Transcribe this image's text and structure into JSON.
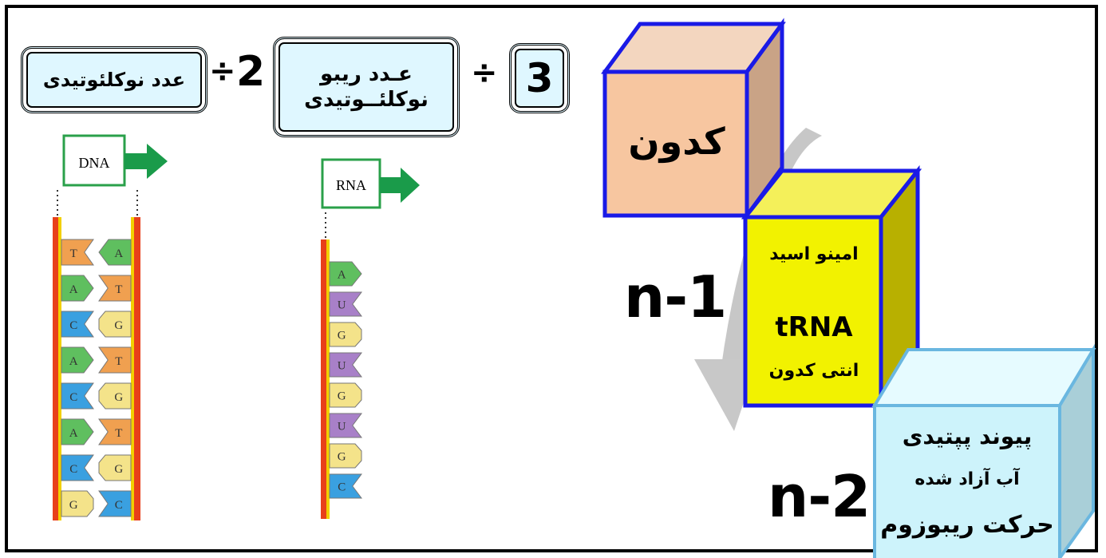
{
  "formula": {
    "dna_count_label": "عدد نوکلئوتیدی",
    "divide_symbol_1": "÷",
    "two": "2",
    "rna_count_label_line1": "عـدد ریبو",
    "rna_count_label_line2": "نوکلئــوتیدی",
    "divide_symbol_2": "÷",
    "three": "3"
  },
  "dna": {
    "label": "DNA",
    "left_bases": [
      "T",
      "A",
      "C",
      "A",
      "C",
      "A",
      "C",
      "G"
    ],
    "right_bases": [
      "A",
      "T",
      "G",
      "T",
      "G",
      "T",
      "G",
      "C"
    ]
  },
  "rna": {
    "label": "RNA",
    "bases": [
      "A",
      "U",
      "G",
      "U",
      "G",
      "U",
      "G",
      "C"
    ]
  },
  "cubes": {
    "codon": "کدون",
    "amino_acid": "امینو اسید",
    "trna": "tRNA",
    "anticodon": "انتی کدون",
    "peptide_bond": "پیوند پپتیدی",
    "water_released": "آب آزاد شده",
    "ribosome_movement": "حرکت ریبوزوم"
  },
  "counts": {
    "n_minus_1": "n-1",
    "n_minus_2": "n-2"
  },
  "colors": {
    "base_A": "#5fbf5f",
    "base_T": "#f0a050",
    "base_C": "#3aa0e0",
    "base_G": "#f4e38a",
    "base_U": "#a880c8",
    "arrow": "#1a9b4a",
    "cube_edge": "#1a1ae6",
    "codon_face": "#f7c6a0",
    "trna_face": "#f2f200",
    "peptide_face": "#cdf3fb"
  }
}
